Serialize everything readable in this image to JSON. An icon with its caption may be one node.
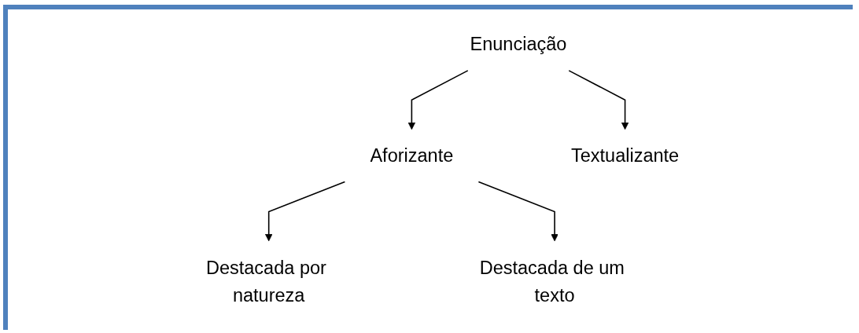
{
  "diagram": {
    "nodes": [
      {
        "text": [
          "Enunciação"
        ]
      },
      {
        "text": [
          "Aforizante"
        ]
      },
      {
        "text": [
          "Textualizante"
        ]
      },
      {
        "text": [
          "Destacada por natureza"
        ]
      },
      {
        "text": [
          "Destacada de um texto"
        ]
      }
    ],
    "edges": [
      {
        "from": 0,
        "to": 1,
        "arrow": "to"
      },
      {
        "from": 0,
        "to": 2,
        "arrow": "to"
      },
      {
        "from": 1,
        "to": 3,
        "arrow": "to"
      },
      {
        "from": 1,
        "to": 4,
        "arrow": "to"
      }
    ]
  }
}
